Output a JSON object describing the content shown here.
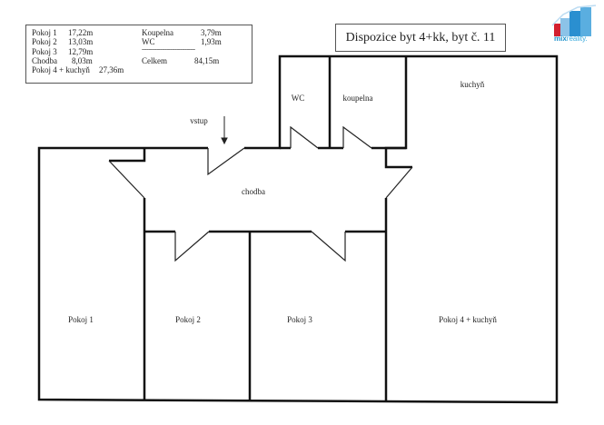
{
  "legend": {
    "left": [
      {
        "name": "Pokoj 1",
        "area": "17,22m"
      },
      {
        "name": "Pokoj 2",
        "area": "13,03m"
      },
      {
        "name": "Pokoj 3",
        "area": "12,79m"
      },
      {
        "name": "Chodba",
        "area": "8,03m"
      },
      {
        "name": "Pokoj 4 + kuchyň",
        "area": "27,36m"
      }
    ],
    "right": [
      {
        "name": "Koupelna",
        "area": "3,79m"
      },
      {
        "name": "WC",
        "area": "1,93m"
      }
    ],
    "separator": "--------------------------------",
    "total": {
      "name": "Celkem",
      "area": "84,15m"
    }
  },
  "title": "Dispozice byt 4+kk, byt č. 11",
  "logo": {
    "brand": "mix",
    "suffix": "reality.",
    "colors": {
      "red": "#d3202f",
      "blue": "#2a8fd0"
    }
  },
  "rooms": {
    "wc": "WC",
    "koupelna": "koupelna",
    "kuchyn": "kuchyň",
    "vstup": "vstup",
    "chodba": "chodba",
    "pokoj1": "Pokoj 1",
    "pokoj2": "Pokoj 2",
    "pokoj3": "Pokoj 3",
    "pokoj4": "Pokoj 4 + kuchyň"
  }
}
